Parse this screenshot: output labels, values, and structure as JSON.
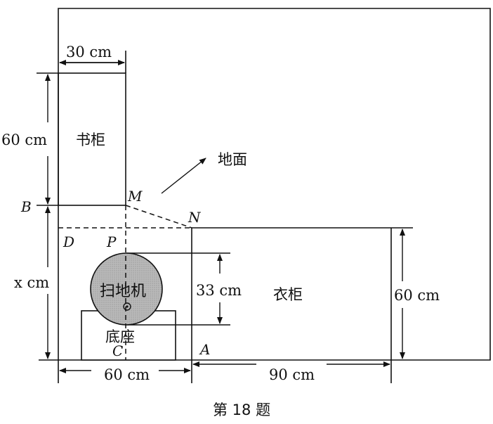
{
  "figure": {
    "caption": "第 18 题",
    "labels": {
      "bookcase": "书柜",
      "wardrobe": "衣柜",
      "floor": "地面",
      "robot": "扫地机",
      "base": "底座"
    },
    "points": {
      "B": "B",
      "M": "M",
      "N": "N",
      "D": "D",
      "P": "P",
      "C": "C",
      "A": "A"
    },
    "dimensions": {
      "bookcase_width": "30 cm",
      "bookcase_height": "60 cm",
      "x_height": "x cm",
      "robot_height": "33 cm",
      "wardrobe_height": "60 cm",
      "gap_width": "60 cm",
      "wardrobe_width": "90 cm"
    }
  }
}
